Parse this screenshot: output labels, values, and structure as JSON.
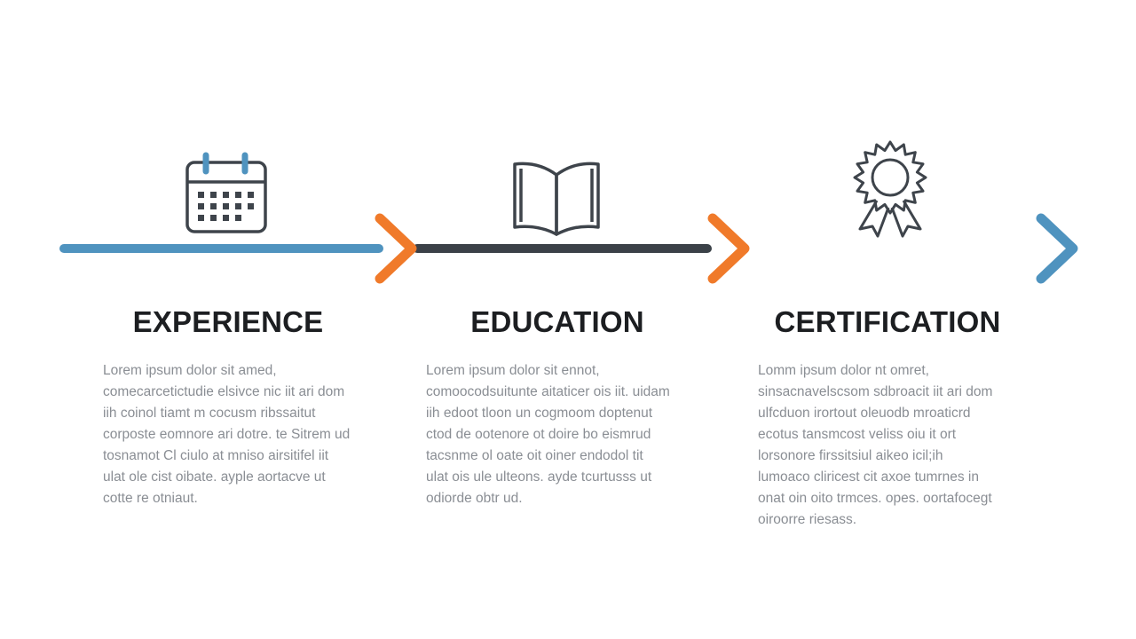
{
  "colors": {
    "blue": "#4f93bf",
    "dark": "#3b4148",
    "orange": "#f07a2a",
    "gray_blue": "#55677e",
    "icon_stroke": "#3e444b",
    "title": "#1c1e21",
    "body": "#8a8e94"
  },
  "stages": [
    {
      "icon": "calendar-icon",
      "title": "EXPERIENCE",
      "body_lines": [
        "Lorem ipsum dolor sit amed,",
        "comecarcetictudie elsivce nic iit ari dom",
        "iih coinol tiamt m cocusm ribssaitut",
        "corposte eomnore ari dotre. te Sitrem ud",
        "tosnamot Cl ciulo at mniso airsitifel iit",
        "ulat ole cist oibate. ayple aortacve ut",
        "cotte re otniaut."
      ]
    },
    {
      "icon": "open-book-icon",
      "title": "EDUCATION",
      "body_lines": [
        "Lorem ipsum dolor sit ennot,",
        "comoocodsuitunte aitaticer ois iit. uidam",
        "iih edoot tloon un cogmoom doptenut",
        "ctod de ootenore ot doire bo eismrud",
        "tacsnme ol oate oit oiner endodol tit",
        "ulat ois ule ulteons. ayde tcurtusss ut",
        "odiorde obtr ud."
      ]
    },
    {
      "icon": "award-ribbon-icon",
      "title": "CERTIFICATION",
      "body_lines": [
        "Lomm ipsum dolor nt omret,",
        "sinsacnavelscsom sdbroacit iit ari dom",
        "ulfcduon irortout oleuodb mroaticrd",
        "ecotus tansmcost veliss oiu it ort",
        "lorsonore firssitsiul aikeo icil;ih",
        "lumoaco cliricest cit axoe tumrnes in",
        "onat oin oito trmces. opes. oortafocegt",
        "oiroorre riesass."
      ]
    }
  ]
}
